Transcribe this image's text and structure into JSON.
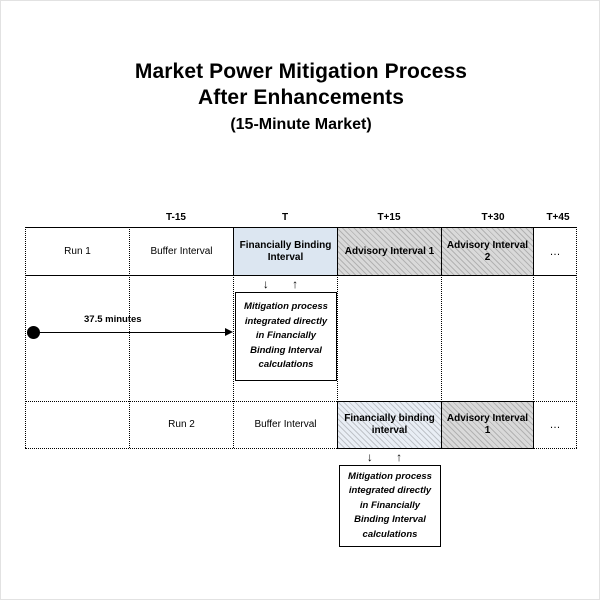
{
  "title": {
    "line1": "Market Power Mitigation Process",
    "line2": "After Enhancements",
    "line3": "(15-Minute Market)"
  },
  "timeline": {
    "headers": [
      {
        "label": "T-15"
      },
      {
        "label": "T"
      },
      {
        "label": "T+15"
      },
      {
        "label": "T+30"
      },
      {
        "label": "T+45"
      }
    ]
  },
  "run1": {
    "run_label": "Run 1",
    "buffer_label": "Buffer Interval",
    "binding_label": "Financially Binding Interval",
    "advisory1_label": "Advisory Interval 1",
    "advisory2_label": "Advisory Interval 2",
    "ellipsis": "…",
    "arrows": "↓  ↑",
    "mitigation_text": "Mitigation process integrated directly in Financially Binding Interval calculations"
  },
  "run2": {
    "run_label": "Run 2",
    "buffer_label": "Buffer Interval",
    "binding_label": "Financially binding interval",
    "advisory1_label": "Advisory Interval 1",
    "ellipsis": "…",
    "arrows": "↓  ↑",
    "mitigation_text": "Mitigation process integrated directly in Financially Binding Interval calculations"
  },
  "duration": {
    "label": "37.5 minutes"
  },
  "colors": {
    "binding_fill": "#dce6f1",
    "advisory_fill": "#d9d9d9",
    "line": "#000000",
    "page_bg": "#ffffff"
  }
}
